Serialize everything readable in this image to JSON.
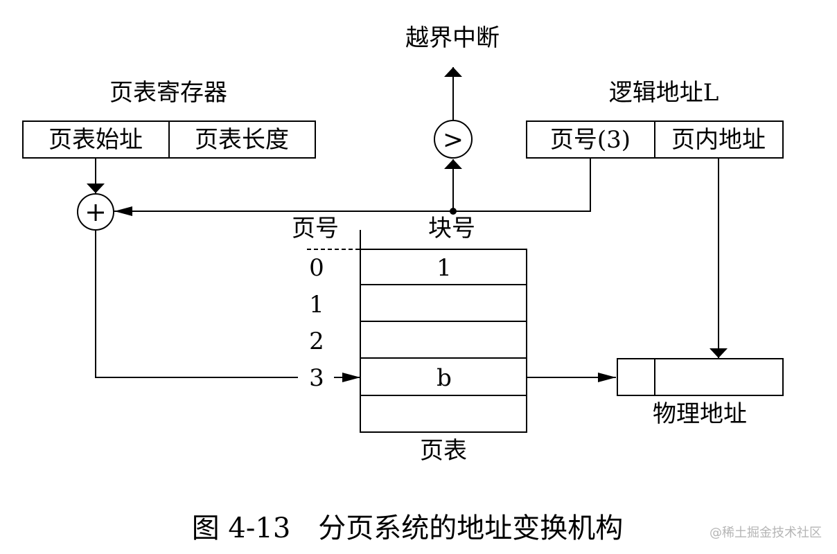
{
  "overflow_interrupt": "越界中断",
  "page_table_register": {
    "title": "页表寄存器",
    "fields": [
      "页表始址",
      "页表长度"
    ]
  },
  "logical_address": {
    "title": "逻辑地址L",
    "fields": [
      "页号(3)",
      "页内地址"
    ]
  },
  "comparator_symbol": ">",
  "adder_symbol": "+",
  "page_table": {
    "page_number_header": "页号",
    "block_number_header": "块号",
    "page_numbers": [
      "0",
      "1",
      "2",
      "3"
    ],
    "block_values": [
      "1",
      "",
      "",
      "b",
      ""
    ],
    "label": "页表"
  },
  "physical_address": {
    "label": "物理地址"
  },
  "caption": "图 4-13　分页系统的地址变换机构",
  "watermark": "@稀土掘金技术社区"
}
